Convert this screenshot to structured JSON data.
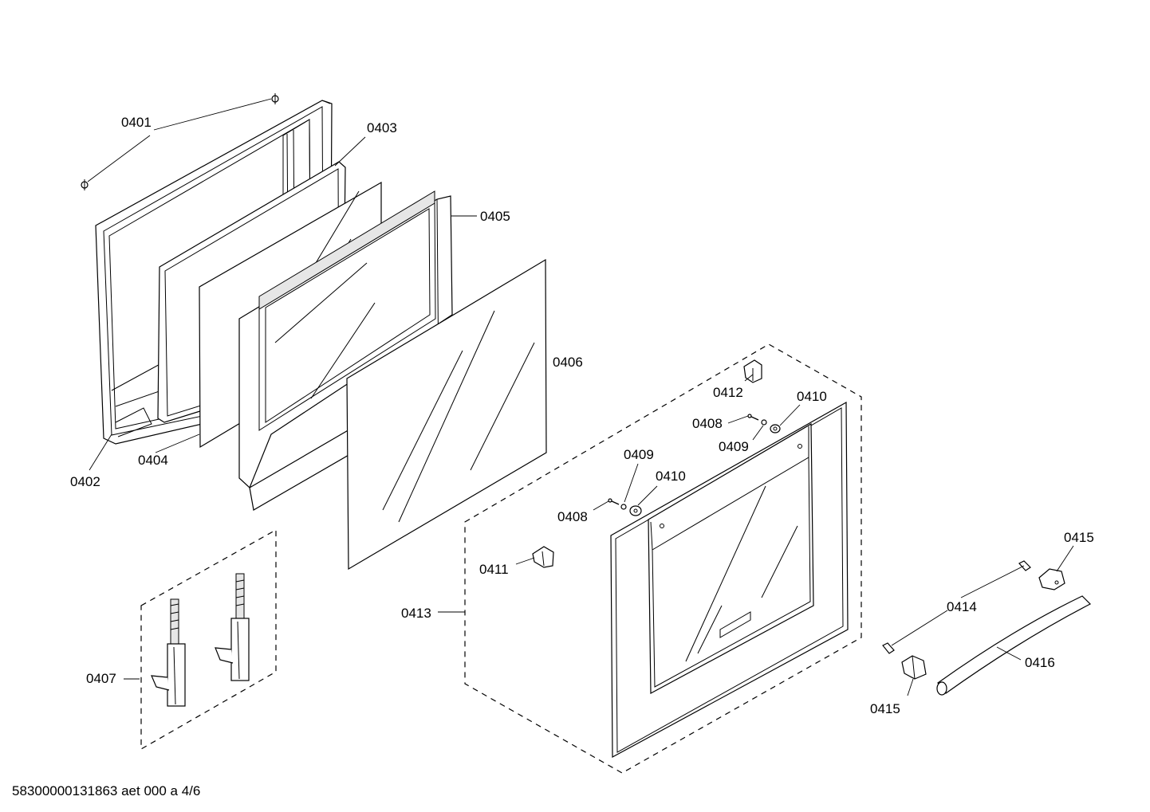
{
  "footer": {
    "doc_code": "58300000131863 aet 000 a 4/6"
  },
  "labels": {
    "l0401": "0401",
    "l0402": "0402",
    "l0403": "0403",
    "l0404": "0404",
    "l0405": "0405",
    "l0406": "0406",
    "l0407": "0407",
    "l0408a": "0408",
    "l0408b": "0408",
    "l0409a": "0409",
    "l0409b": "0409",
    "l0410a": "0410",
    "l0410b": "0410",
    "l0411": "0411",
    "l0412": "0412",
    "l0413": "0413",
    "l0414": "0414",
    "l0415a": "0415",
    "l0415b": "0415",
    "l0416": "0416"
  }
}
